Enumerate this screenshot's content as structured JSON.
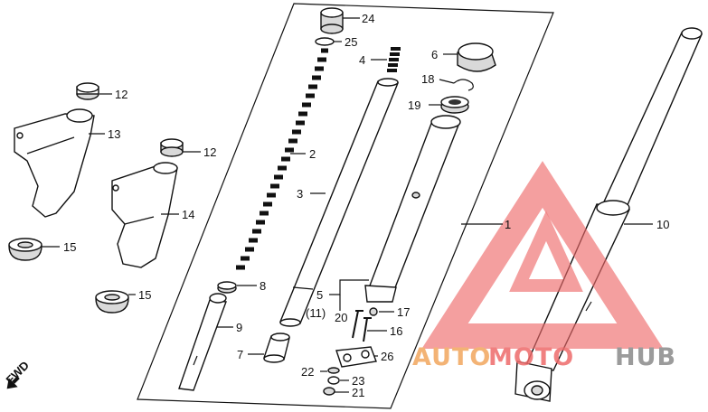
{
  "parts": {
    "p1": "1",
    "p2": "2",
    "p3": "3",
    "p4": "4",
    "p5": "5",
    "p5_alt": "(11)",
    "p6": "6",
    "p7": "7",
    "p8": "8",
    "p9": "9",
    "p10": "10",
    "p12a": "12",
    "p12b": "12",
    "p13": "13",
    "p14": "14",
    "p15a": "15",
    "p15b": "15",
    "p16": "16",
    "p17": "17",
    "p18": "18",
    "p19": "19",
    "p20": "20",
    "p21": "21",
    "p22": "22",
    "p23": "23",
    "p24": "24",
    "p25": "25",
    "p26": "26"
  },
  "direction_label": "FWD",
  "watermark": {
    "brand_part1": "AUTO",
    "brand_part2": "MOTO",
    "brand_part3": "HUB",
    "color_orange": "#f2a65e",
    "color_red": "#ee6a6a",
    "color_gray": "#8a8a8a"
  }
}
